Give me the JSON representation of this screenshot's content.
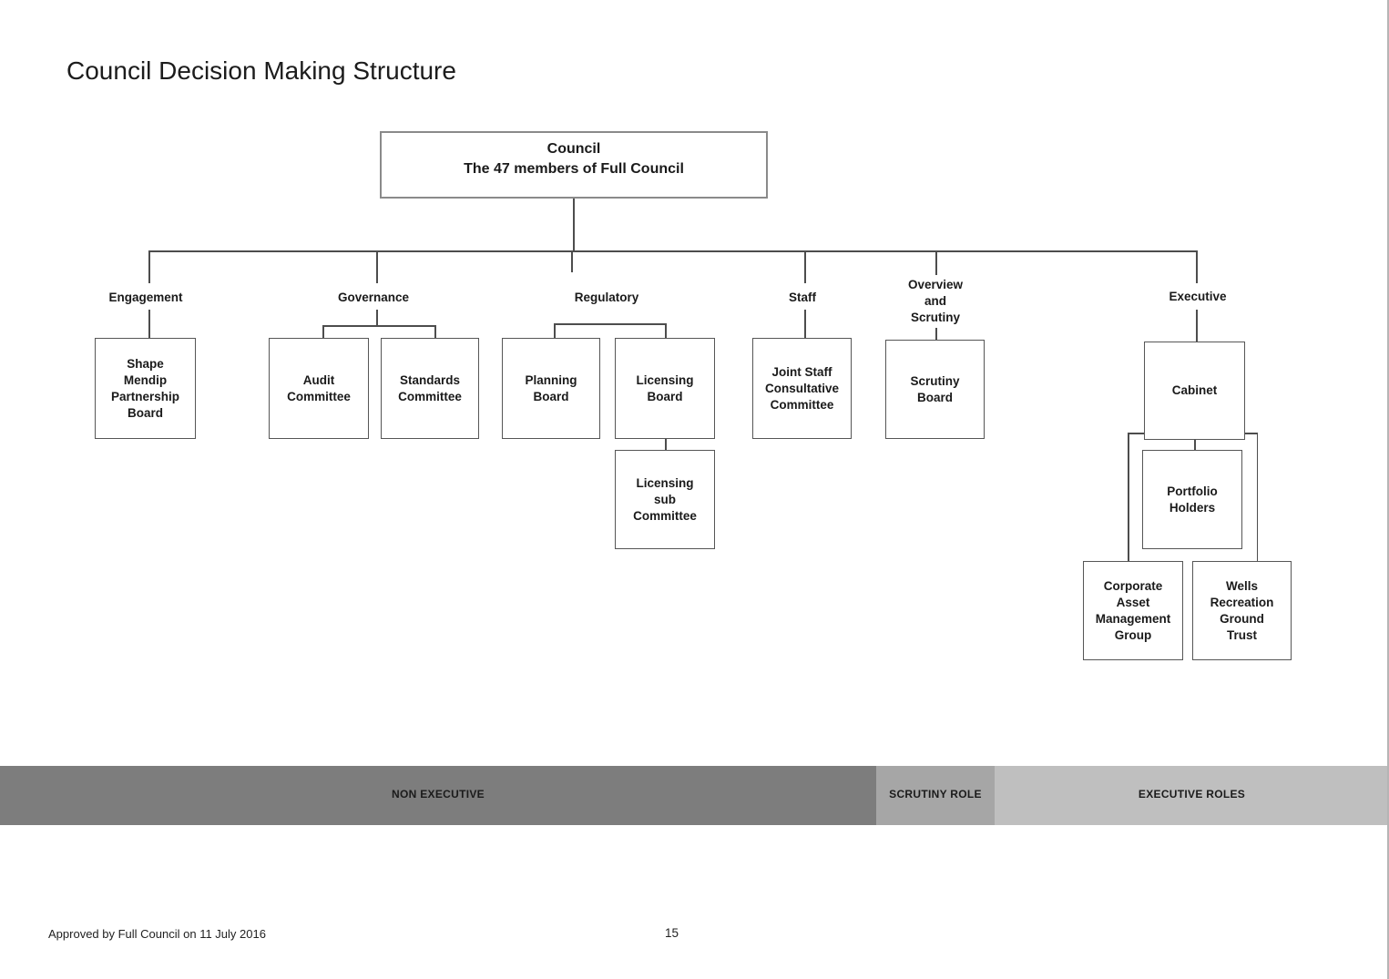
{
  "title": "Council Decision Making Structure",
  "root": {
    "name": "Council",
    "subtitle": "The 47 members of Full Council"
  },
  "branch_labels": {
    "engagement": "Engagement",
    "governance": "Governance",
    "regulatory": "Regulatory",
    "staff": "Staff",
    "overview_and_scrutiny": "Overview\nand\nScrutiny",
    "executive": "Executive"
  },
  "nodes": {
    "shape_mendip": "Shape\nMendip\nPartnership\nBoard",
    "audit": "Audit\nCommittee",
    "standards": "Standards\nCommittee",
    "planning": "Planning\nBoard",
    "licensing": "Licensing\nBoard",
    "licensing_sub": "Licensing\nsub\nCommittee",
    "joint_staff": "Joint Staff\nConsultative\nCommittee",
    "scrutiny_board": "Scrutiny\nBoard",
    "cabinet": "Cabinet",
    "portfolio_holders": "Portfolio\nHolders",
    "corporate_asset": "Corporate\nAsset\nManagement\nGroup",
    "wells_recreation": "Wells\nRecreation\nGround\nTrust"
  },
  "legend": {
    "segments": [
      {
        "id": "non-executive",
        "label": "NON EXECUTIVE",
        "color": "#7d7d7d"
      },
      {
        "id": "scrutiny-role",
        "label": "SCRUTINY ROLE",
        "color": "#a6a6a6"
      },
      {
        "id": "executive-roles",
        "label": "EXECUTIVE ROLES",
        "color": "#bfbfbf"
      }
    ]
  },
  "footer": {
    "approval": "Approved by Full Council on 11 July 2016",
    "page_number": "15"
  }
}
